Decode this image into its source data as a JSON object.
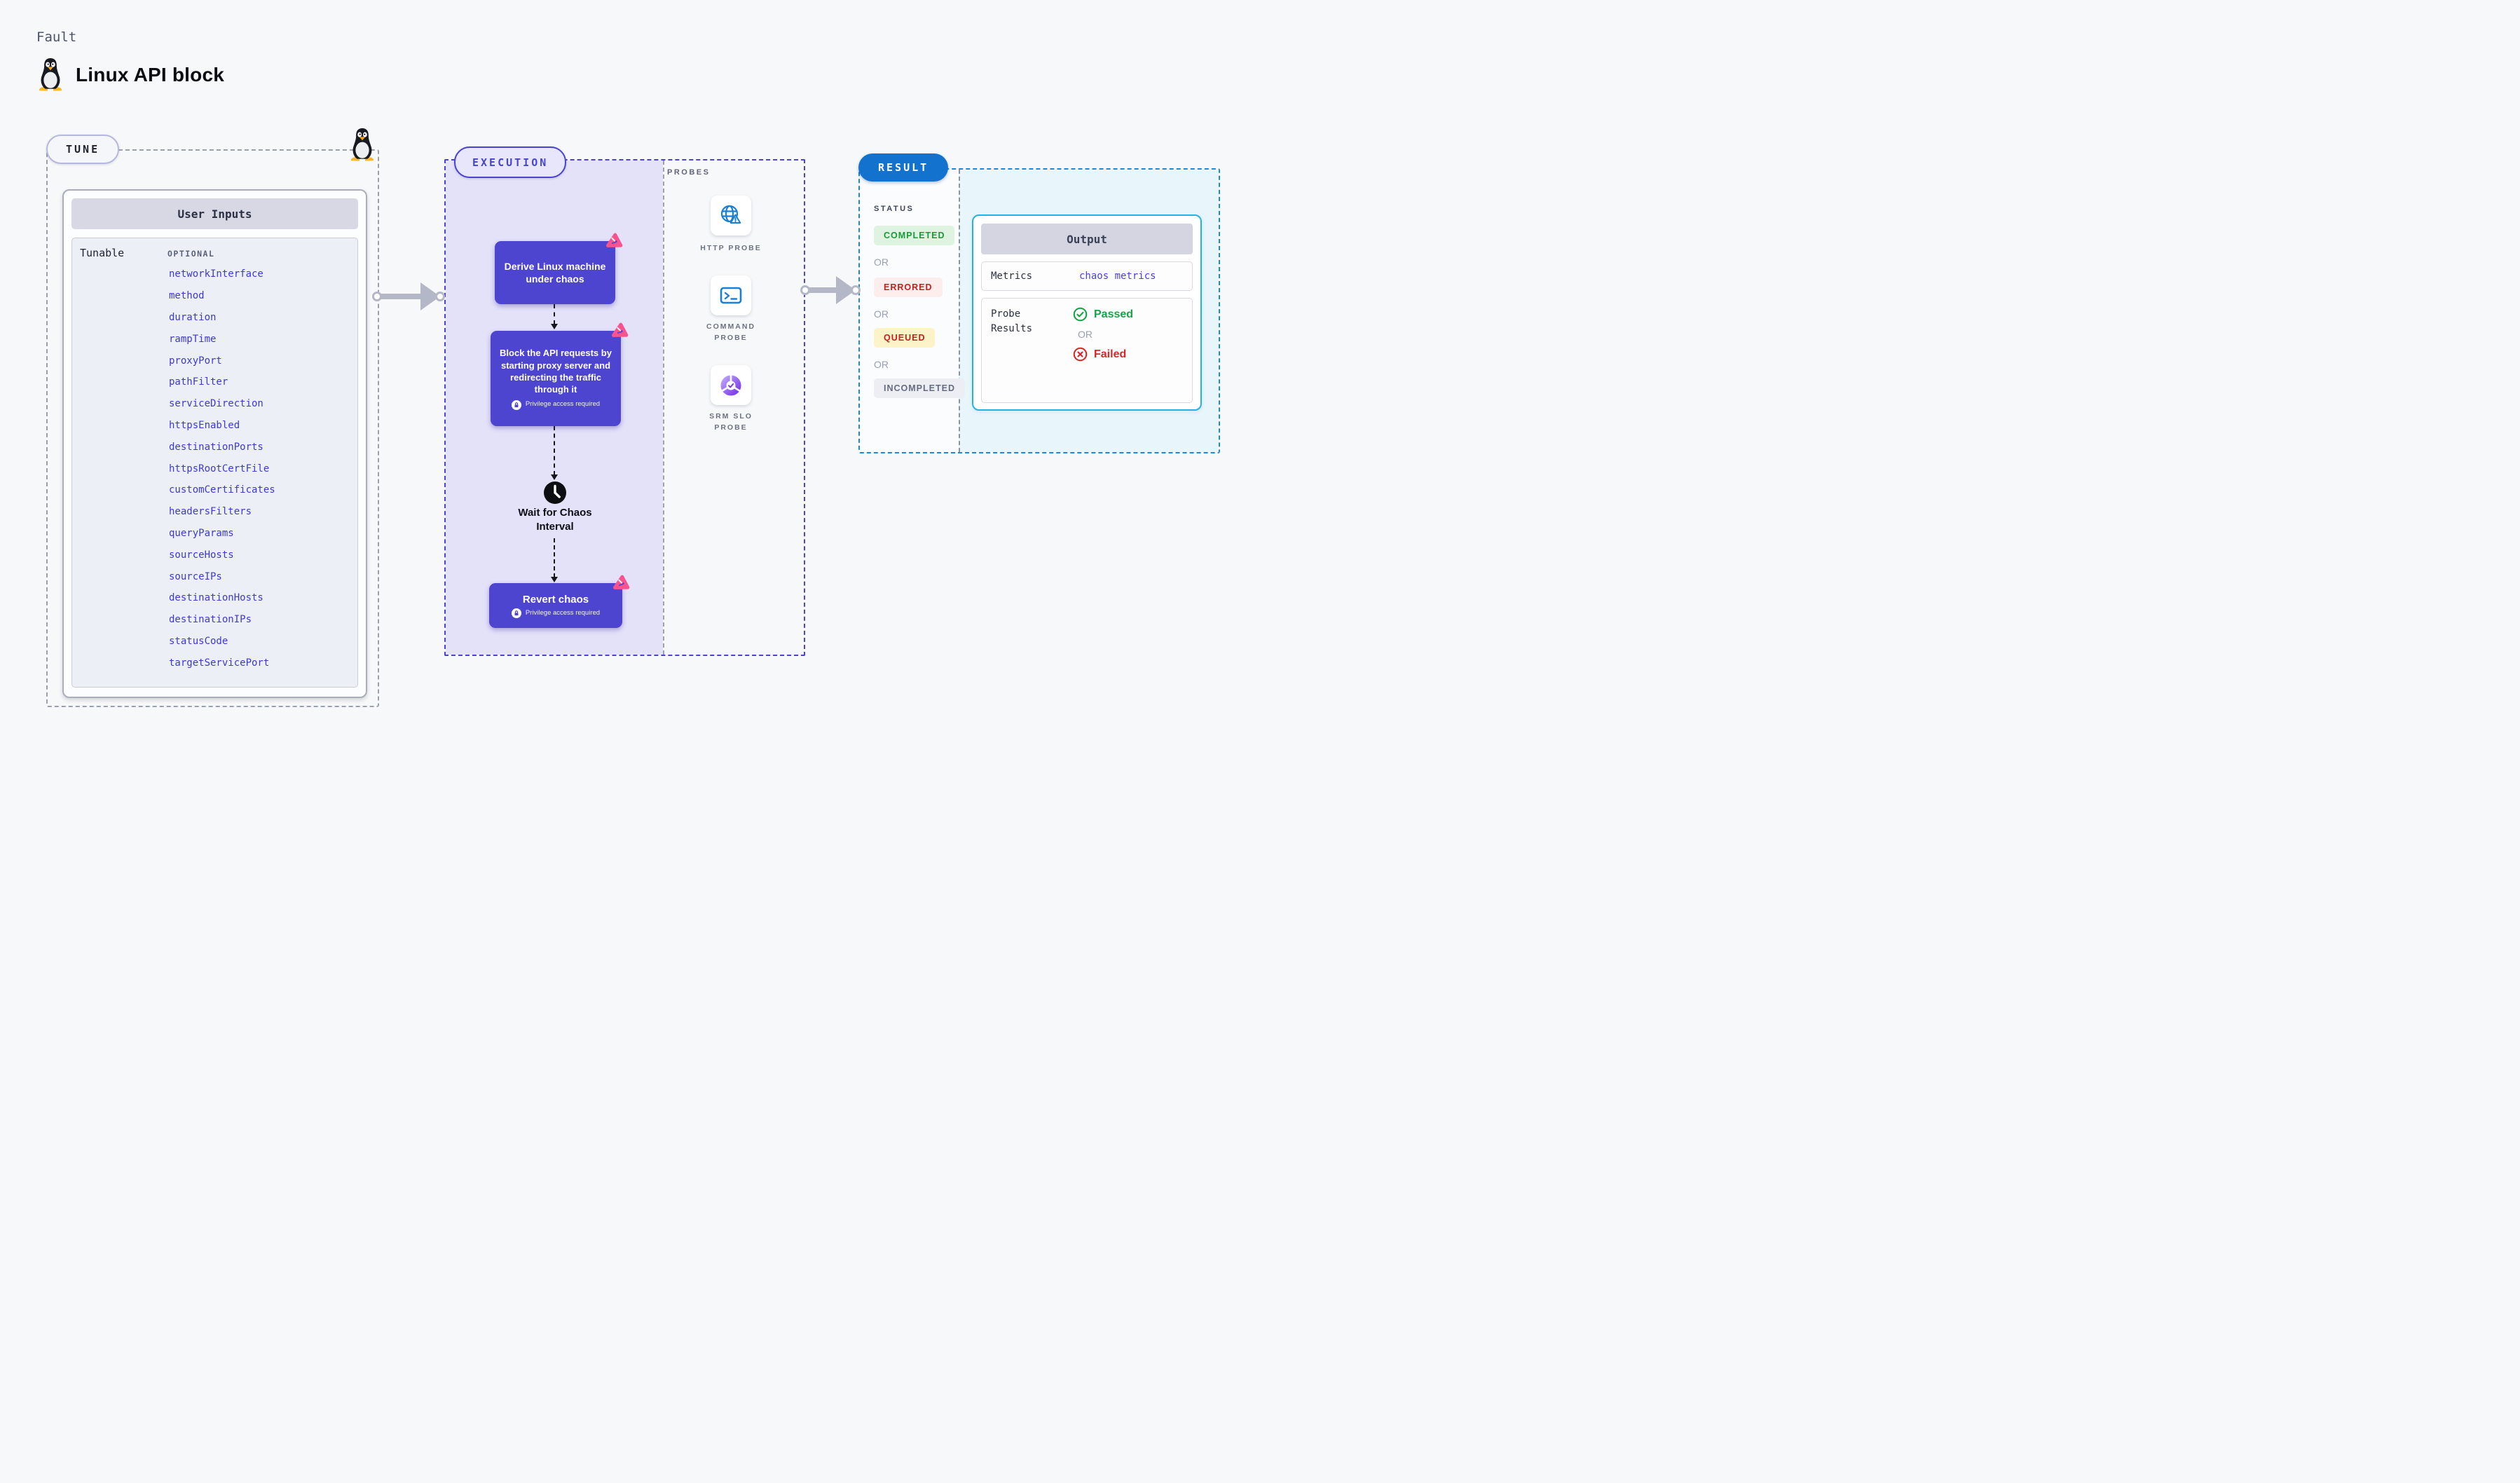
{
  "page": {
    "kicker": "Fault",
    "title": "Linux API block"
  },
  "tune": {
    "badge": "TUNE",
    "panel_title": "User Inputs",
    "row_label": "Tunable",
    "row_tag": "OPTIONAL",
    "params": [
      "networkInterface",
      "method",
      "duration",
      "rampTime",
      "proxyPort",
      "pathFilter",
      "serviceDirection",
      "httpsEnabled",
      "destinationPorts",
      "httpsRootCertFile",
      "customCertificates",
      "headersFilters",
      "queryParams",
      "sourceHosts",
      "sourceIPs",
      "destinationHosts",
      "destinationIPs",
      "statusCode",
      "targetServicePort"
    ]
  },
  "execution": {
    "badge": "EXECUTION",
    "privilege_note": "Privilege access required",
    "steps": {
      "derive": "Derive Linux machine under chaos",
      "block": "Block the API requests by starting proxy server and redirecting the traffic through it",
      "wait": "Wait for Chaos Interval",
      "revert": "Revert chaos"
    }
  },
  "probes": {
    "title": "PROBES",
    "items": [
      {
        "label": "HTTP PROBE",
        "icon": "globe-alert-icon"
      },
      {
        "label": "COMMAND PROBE",
        "icon": "terminal-icon"
      },
      {
        "label": "SRM SLO PROBE",
        "icon": "slo-donut-icon"
      }
    ]
  },
  "result": {
    "badge": "RESULT",
    "status_title": "STATUS",
    "or_label": "OR",
    "statuses": [
      {
        "label": "COMPLETED",
        "text_color": "#189a39",
        "bg": "#def4e1"
      },
      {
        "label": "ERRORED",
        "text_color": "#cb1f1f",
        "bg": "#fdeded"
      },
      {
        "label": "QUEUED",
        "text_color": "#c42020",
        "bg": "#fdf3c8"
      },
      {
        "label": "INCOMPLETED",
        "text_color": "#646c80",
        "bg": "#eceef3"
      }
    ],
    "output": {
      "title": "Output",
      "metrics_label": "Metrics",
      "metrics_value": "chaos metrics",
      "probe_results_label": "Probe Results",
      "passed_label": "Passed",
      "failed_label": "Failed",
      "or_label": "OR"
    }
  },
  "colors": {
    "page_bg": "#f7f8fa",
    "accent_indigo": "#4d44cf",
    "execution_border": "#4a44d2",
    "execution_bg": "#e4e2f8",
    "param_link": "#3d39d0",
    "chaos_pink": "#f9538f",
    "probe_icon_blue": "#1b7fd4",
    "slo_purple": "#8b5cf6",
    "result_blue": "#1472cf",
    "result_border": "#1f87d6",
    "output_border": "#22b2e6",
    "output_bg": "#e8f6fc",
    "passed_green": "#16a34a",
    "failed_red": "#d92626",
    "arrow_gray": "#b4b7c6"
  }
}
